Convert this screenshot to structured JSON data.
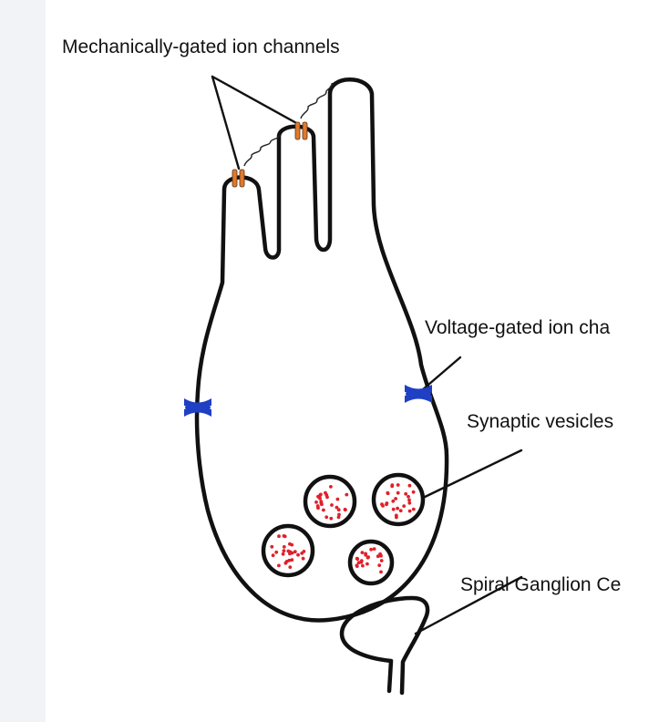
{
  "labels": {
    "mechanically_gated": "Mechanically-gated ion channels",
    "voltage_gated": "Voltage-gated ion cha",
    "synaptic_vesicles": "Synaptic vesicles",
    "spiral_ganglion": "Spiral Ganglion Ce"
  },
  "colors": {
    "outline": "#111111",
    "mechanically_gated_channel": "#e07a2e",
    "voltage_gated_channel": "#1f3fc4",
    "vesicle_dot": "#e0202a",
    "left_margin_band": "#eceff3"
  }
}
